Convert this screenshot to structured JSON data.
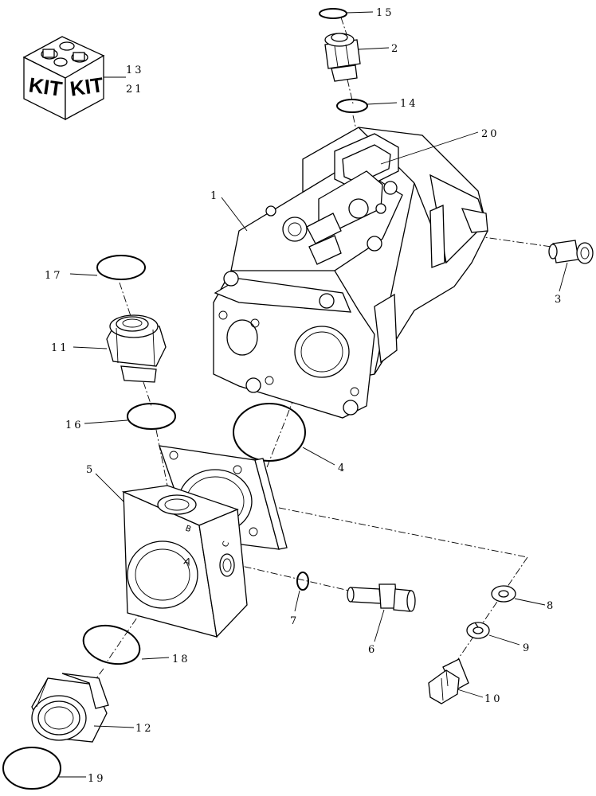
{
  "callouts": {
    "c1": "1",
    "c2": "2",
    "c3": "3",
    "c4": "4",
    "c5": "5",
    "c6": "6",
    "c7": "7",
    "c8": "8",
    "c9": "9",
    "c10": "10",
    "c11": "11",
    "c12": "12",
    "c13": "13",
    "c14": "14",
    "c15": "15",
    "c16": "16",
    "c17": "17",
    "c18": "18",
    "c19": "19",
    "c20": "20",
    "c21": "21"
  },
  "kit": {
    "left": "KIT",
    "right": "KIT"
  },
  "port_marks": {
    "a": "A",
    "b": "B",
    "c": "C"
  }
}
